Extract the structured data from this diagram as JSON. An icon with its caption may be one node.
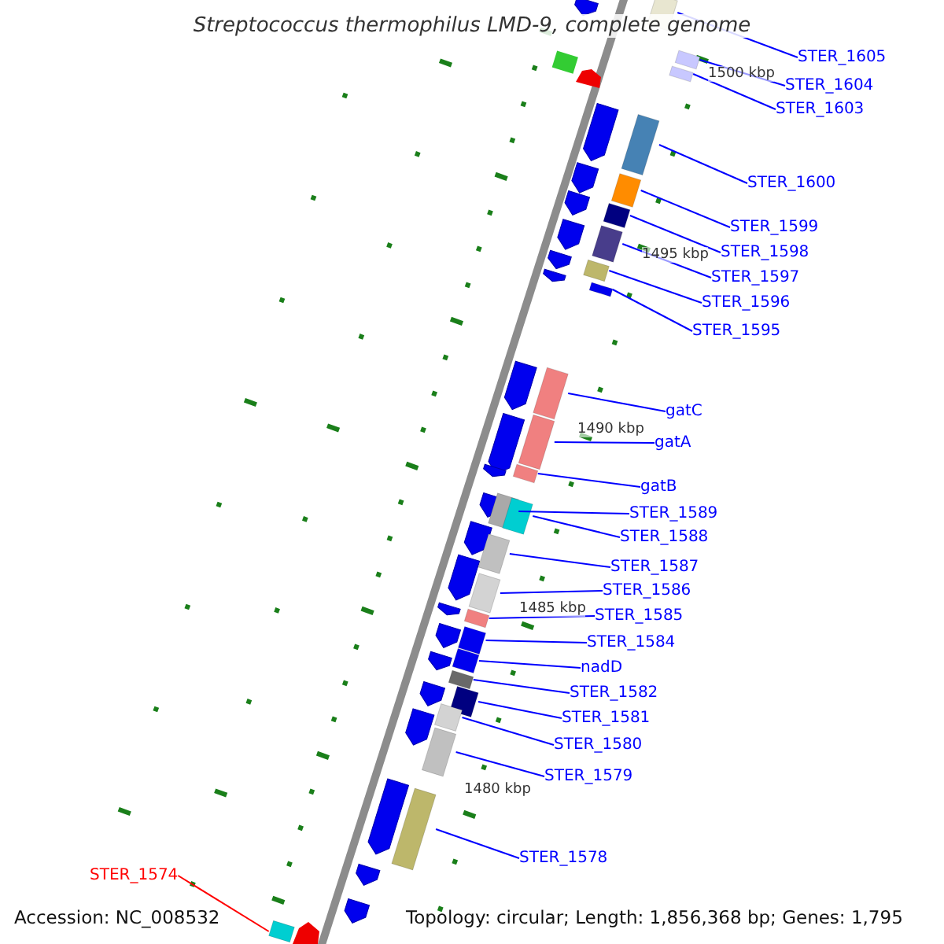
{
  "diagram": {
    "title": "Streptococcus thermophilus LMD-9, complete genome",
    "nodes": [
      {
        "text": [
          "STER_1605"
        ]
      },
      {
        "text": [
          "STER_1604"
        ]
      },
      {
        "text": [
          "STER_1603"
        ]
      },
      {
        "text": [
          "STER_1600"
        ]
      },
      {
        "text": [
          "STER_1599"
        ]
      },
      {
        "text": [
          "STER_1598"
        ]
      },
      {
        "text": [
          "STER_1597"
        ]
      },
      {
        "text": [
          "STER_1596"
        ]
      },
      {
        "text": [
          "STER_1595"
        ]
      },
      {
        "text": [
          "gatC"
        ]
      },
      {
        "text": [
          "gatA"
        ]
      },
      {
        "text": [
          "gatB"
        ]
      },
      {
        "text": [
          "STER_1589"
        ]
      },
      {
        "text": [
          "STER_1588"
        ]
      },
      {
        "text": [
          "STER_1587"
        ]
      },
      {
        "text": [
          "STER_1586"
        ]
      },
      {
        "text": [
          "STER_1585"
        ]
      },
      {
        "text": [
          "STER_1584"
        ]
      },
      {
        "text": [
          "nadD"
        ]
      },
      {
        "text": [
          "STER_1582"
        ]
      },
      {
        "text": [
          "STER_1581"
        ]
      },
      {
        "text": [
          "STER_1580"
        ]
      },
      {
        "text": [
          "STER_1579"
        ]
      },
      {
        "text": [
          "STER_1578"
        ]
      },
      {
        "text": [
          "STER_1574"
        ]
      },
      {
        "text": [],
        "shape": "bar"
      },
      {
        "text": [],
        "shape": "bar"
      },
      {
        "text": [],
        "shape": "bar"
      },
      {
        "text": [],
        "shape": "bar"
      },
      {
        "text": [],
        "shape": "bar"
      },
      {
        "text": [],
        "shape": "bar"
      },
      {
        "text": [],
        "shape": "bar"
      },
      {
        "text": [],
        "shape": "bar"
      },
      {
        "text": [],
        "shape": "bar"
      },
      {
        "text": [],
        "shape": "bar"
      },
      {
        "text": [],
        "shape": "bar"
      },
      {
        "text": [],
        "shape": "bar"
      },
      {
        "text": [],
        "shape": "bar"
      },
      {
        "text": [],
        "shape": "bar"
      },
      {
        "text": [],
        "shape": "bar"
      },
      {
        "text": [],
        "shape": "bar"
      },
      {
        "text": [],
        "shape": "bar"
      },
      {
        "text": [],
        "shape": "bar"
      },
      {
        "text": [],
        "shape": "bar"
      },
      {
        "text": [],
        "shape": "bar"
      },
      {
        "text": [],
        "shape": "bar"
      },
      {
        "text": [],
        "shape": "bar"
      },
      {
        "text": [],
        "shape": "bar"
      },
      {
        "text": [],
        "shape": "bar"
      },
      {
        "text": [],
        "shape": "bar"
      }
    ],
    "edges": [
      {
        "from": 0,
        "to": 25,
        "arrow": "none"
      },
      {
        "from": 1,
        "to": 26,
        "arrow": "none"
      },
      {
        "from": 2,
        "to": 27,
        "arrow": "none"
      },
      {
        "from": 3,
        "to": 28,
        "arrow": "none"
      },
      {
        "from": 4,
        "to": 29,
        "arrow": "none"
      },
      {
        "from": 5,
        "to": 30,
        "arrow": "none"
      },
      {
        "from": 6,
        "to": 31,
        "arrow": "none"
      },
      {
        "from": 7,
        "to": 32,
        "arrow": "none"
      },
      {
        "from": 8,
        "to": 33,
        "arrow": "none"
      },
      {
        "from": 9,
        "to": 34,
        "arrow": "none"
      },
      {
        "from": 10,
        "to": 35,
        "arrow": "none"
      },
      {
        "from": 11,
        "to": 36,
        "arrow": "none"
      },
      {
        "from": 12,
        "to": 37,
        "arrow": "none"
      },
      {
        "from": 13,
        "to": 38,
        "arrow": "none"
      },
      {
        "from": 14,
        "to": 39,
        "arrow": "none"
      },
      {
        "from": 15,
        "to": 40,
        "arrow": "none"
      },
      {
        "from": 16,
        "to": 41,
        "arrow": "none"
      },
      {
        "from": 17,
        "to": 42,
        "arrow": "none"
      },
      {
        "from": 18,
        "to": 43,
        "arrow": "none"
      },
      {
        "from": 19,
        "to": 44,
        "arrow": "none"
      },
      {
        "from": 20,
        "to": 45,
        "arrow": "none"
      },
      {
        "from": 21,
        "to": 46,
        "arrow": "none"
      },
      {
        "from": 22,
        "to": 47,
        "arrow": "none"
      },
      {
        "from": 23,
        "to": 48,
        "arrow": "none"
      },
      {
        "from": 24,
        "to": 49,
        "arrow": "none",
        "color": "#ff0000"
      }
    ],
    "labels": [
      "1500 kbp",
      "1495 kbp",
      "1490 kbp",
      "1485 kbp",
      "1480 kbp",
      "Accession: NC_008532",
      "Topology: circular; Length: 1,856,368 bp; Genes: 1,795"
    ]
  }
}
